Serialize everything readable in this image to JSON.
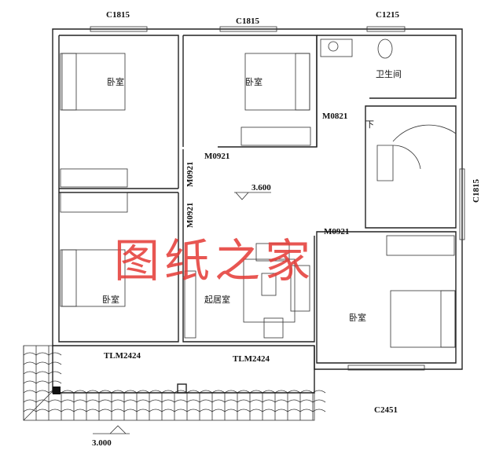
{
  "windows": {
    "top_left": "C1815",
    "top_middle": "C1815",
    "top_right": "C1215",
    "right": "C1815",
    "bottom_right": "C2451"
  },
  "rooms": {
    "bedroom_top_left": "卧室",
    "bedroom_top_middle": "卧室",
    "bathroom": "卫生间",
    "bedroom_bottom_left": "卧室",
    "living_room": "起居室",
    "bedroom_bottom_right": "卧室"
  },
  "doors": {
    "bathroom": "M0821",
    "top_middle": "M0921",
    "left_upper": "M0921",
    "left_lower": "M0921",
    "right": "M0921",
    "balcony_left": "TLM2424",
    "balcony_right": "TLM2424"
  },
  "stairs_label": "下",
  "elevations": {
    "floor": "3.600",
    "balcony": "3.000"
  },
  "watermark": "图纸之家",
  "colors": {
    "watermark": "#e53935",
    "lines": "#222222"
  }
}
